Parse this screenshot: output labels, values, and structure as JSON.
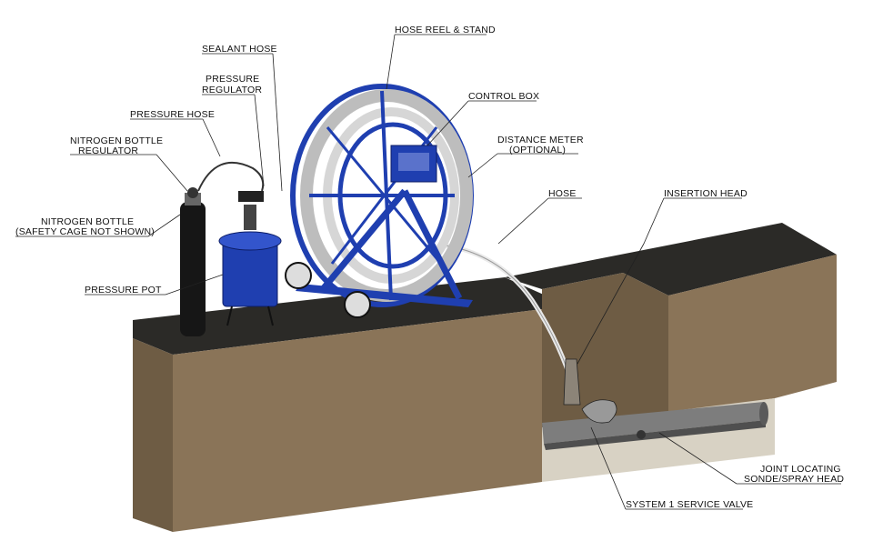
{
  "labels": {
    "hose_reel_stand": "HOSE REEL & STAND",
    "sealant_hose": "SEALANT HOSE",
    "pressure_regulator_1": "PRESSURE",
    "pressure_regulator_2": "REGULATOR",
    "control_box": "CONTROL BOX",
    "pressure_hose": "PRESSURE HOSE",
    "distance_meter_1": "DISTANCE METER",
    "distance_meter_2": "(OPTIONAL)",
    "nitrogen_regulator_1": "NITROGEN BOTTLE",
    "nitrogen_regulator_2": "REGULATOR",
    "hose": "HOSE",
    "insertion_head": "INSERTION HEAD",
    "nitrogen_bottle_1": "NITROGEN BOTTLE",
    "nitrogen_bottle_2": "(SAFETY CAGE NOT SHOWN)",
    "pressure_pot": "PRESSURE POT",
    "joint_sonde_1": "JOINT LOCATING",
    "joint_sonde_2": "SONDE/SPRAY HEAD",
    "service_valve": "SYSTEM 1 SERVICE VALVE"
  },
  "colors": {
    "soil": "#8a7458",
    "soil_dark": "#6e5c44",
    "asphalt": "#2b2a27",
    "equipment_blue": "#1f3fb0",
    "pipe": "#7d7d7d"
  }
}
